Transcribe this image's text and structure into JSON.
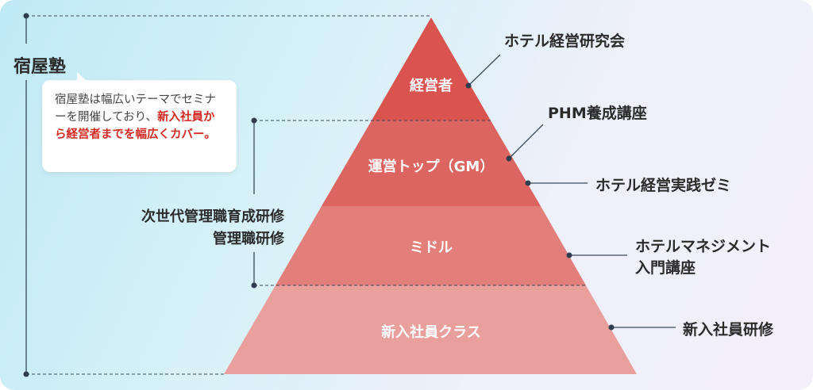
{
  "colors": {
    "layer1": "#d9534f",
    "layer2": "#dd6561",
    "layer3": "#e27f7b",
    "layer4": "#e9a09d",
    "line": "#3b4a5c",
    "highlight": "#d42a22"
  },
  "left": {
    "school": "宿屋塾",
    "mid_bracket_line1": "次世代管理職育成研修",
    "mid_bracket_line2": "管理職研修"
  },
  "callout": {
    "normal": "宿屋塾は幅広いテーマでセミナーを開催しており、",
    "highlight": "新入社員から経営者までを幅広くカバー。"
  },
  "pyramid": [
    "経営者",
    "運営トップ（GM）",
    "ミドル",
    "新入社員クラス"
  ],
  "programs": {
    "p1": "ホテル経営研究会",
    "p2": "PHM養成講座",
    "p3": "ホテル経営実践ゼミ",
    "p4_line1": "ホテルマネジメント",
    "p4_line2": "入門講座",
    "p5": "新入社員研修"
  }
}
